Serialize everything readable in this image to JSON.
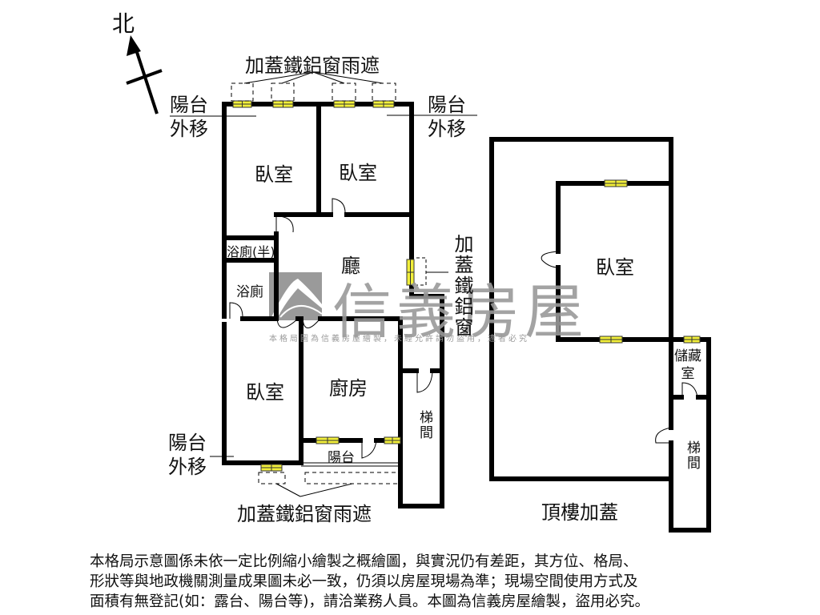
{
  "compass": {
    "label": "北",
    "icon": "north-arrow-icon"
  },
  "main_unit": {
    "rooms": {
      "bedroom_nw": "臥室",
      "bedroom_ne": "臥室",
      "bathroom_half": "浴廁(半)",
      "bathroom": "浴廁",
      "living_room": "廳",
      "bedroom_sw": "臥室",
      "kitchen": "廚房",
      "balcony": "陽台",
      "stairwell": "梯間"
    },
    "callouts": {
      "top_awnings": "加蓋鐵鋁窗雨遮",
      "bottom_awnings": "加蓋鐵鋁窗雨遮",
      "balcony_moved_nw": [
        "陽台",
        "外移"
      ],
      "balcony_moved_ne": [
        "陽台",
        "外移"
      ],
      "balcony_moved_sw": [
        "陽台",
        "外移"
      ],
      "added_window": "加蓋鐵鋁窗"
    }
  },
  "rooftop_unit": {
    "title": "頂樓加蓋",
    "rooms": {
      "bedroom": "臥室",
      "storage": [
        "儲藏",
        "室"
      ],
      "stairwell": "梯間"
    }
  },
  "watermark": {
    "brand": "信義房屋",
    "notice": "本格局圖為信義房屋繪製，未經允許請勿盜用，違者必究"
  },
  "colors": {
    "wall": "#000000",
    "window": "#f2ef3a",
    "watermark": "#9a9a9a"
  },
  "disclaimer": [
    "本格局示意圖係未依一定比例縮小繪製之概繪圖，與實況仍有差距，其方位、格局、",
    "形狀等與地政機關測量成果圖未必一致，仍須以房屋現場為準；現場空間使用方式及",
    "面積有無登記(如：露台、陽台等)，請洽業務人員。本圖為信義房屋繪製，盜用必究。"
  ]
}
